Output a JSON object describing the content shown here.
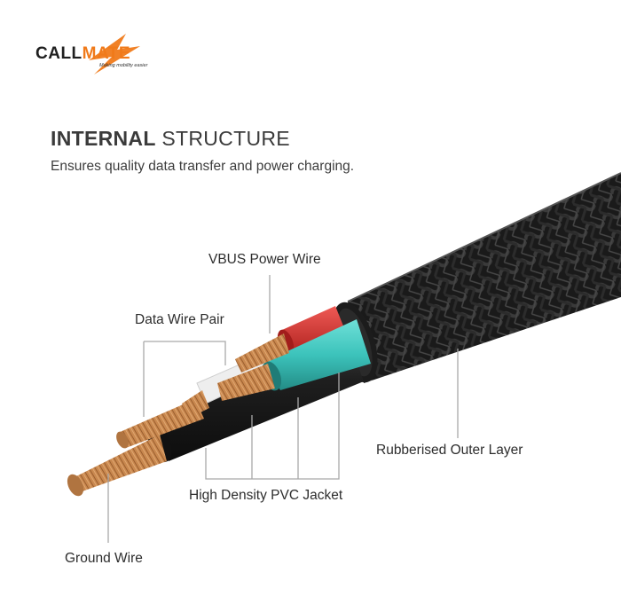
{
  "logo": {
    "name_part1": "CALL",
    "name_part2": "MATE",
    "tagline": "Making mobility easier"
  },
  "heading": {
    "bold": "INTERNAL",
    "regular": "STRUCTURE"
  },
  "subheading": "Ensures quality data transfer and power charging.",
  "labels": {
    "vbus": "VBUS Power Wire",
    "data_pair": "Data Wire Pair",
    "outer_layer": "Rubberised Outer Layer",
    "pvc_jacket": "High Density PVC Jacket",
    "ground": "Ground Wire"
  },
  "colors": {
    "brand_orange": "#f07a1a",
    "braid_dark": "#1b1b1b",
    "wire_red": "#d6322e",
    "wire_teal": "#3cc3bb",
    "wire_black": "#1e1e1e",
    "wire_white": "#eeeeee",
    "copper": "#c9884f"
  }
}
